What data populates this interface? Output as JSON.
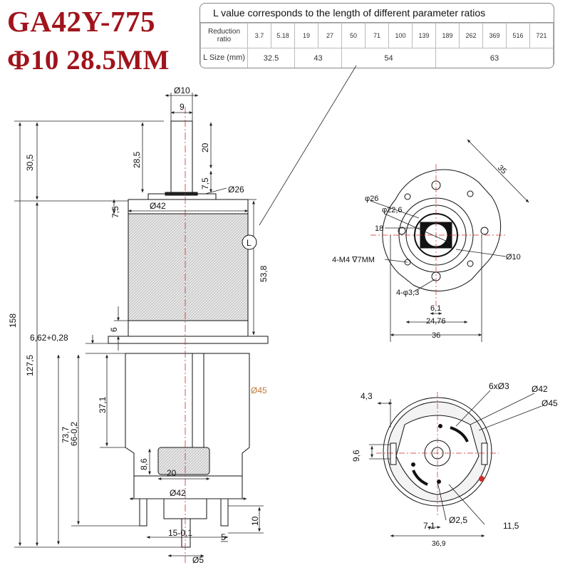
{
  "title": {
    "line1": "GA42Y-775",
    "line2": "Φ10 28.5MM"
  },
  "table": {
    "caption": "L value corresponds to the length of different parameter ratios",
    "ratio_label_line1": "Reduction",
    "ratio_label_line2": "ratio",
    "ratios": [
      "3.7",
      "5.18",
      "19",
      "27",
      "50",
      "71",
      "100",
      "139",
      "189",
      "262",
      "369",
      "516",
      "721"
    ],
    "size_label": "L Size (mm)",
    "sizes": [
      "32.5",
      "43",
      "54",
      "63"
    ]
  },
  "side_view": {
    "dims": {
      "d_shaft": "Ø10",
      "w9": "9",
      "l30_5": "30,5",
      "l28_5": "28,5",
      "l20": "20",
      "l7_5_top": "7,5",
      "d26": "Ø26",
      "l7_5_left": "7,5",
      "d42_top": "Ø42",
      "l53_8": "53,8",
      "circle_L": "L",
      "l6": "6",
      "l6_62": "6,62+0,28",
      "l158": "158",
      "l127_5": "127,5",
      "l37_1": "37,1",
      "d45": "Ø45",
      "l73_7": "73,7",
      "l66": "66-0,2",
      "l8_6": "8,6",
      "l20_bottom": "20",
      "d42_bottom": "Ø42",
      "l10": "10",
      "l15": "15-0,1",
      "l5": "5",
      "d5": "Ø5"
    }
  },
  "gearbox_face": {
    "dims": {
      "l35": "35",
      "phi26": "φ26",
      "phi22_6": "φ22,6",
      "l18": "18",
      "d10": "Ø10",
      "m4": "4-M4 ∇7MM",
      "phi3_3": "4-φ3,3",
      "l6_1": "6,1",
      "l24_76": "24,76",
      "l36": "36"
    }
  },
  "motor_face": {
    "dims": {
      "l4_3": "4,3",
      "holes": "6xØ3",
      "d42": "Ø42",
      "d45": "Ø45",
      "l9_6": "9,6",
      "l7_1": "7,1",
      "d2_5": "Ø2,5",
      "l11_5": "11,5",
      "l36_9": "36,9"
    }
  },
  "colors": {
    "title": "#a0141c",
    "line": "#111111",
    "dimension": "#222222",
    "hatch": "#9a9a9a",
    "centerline": "#d12a2a",
    "d45_label": "#c07a3a",
    "terminal_dot": "#d12a2a"
  }
}
